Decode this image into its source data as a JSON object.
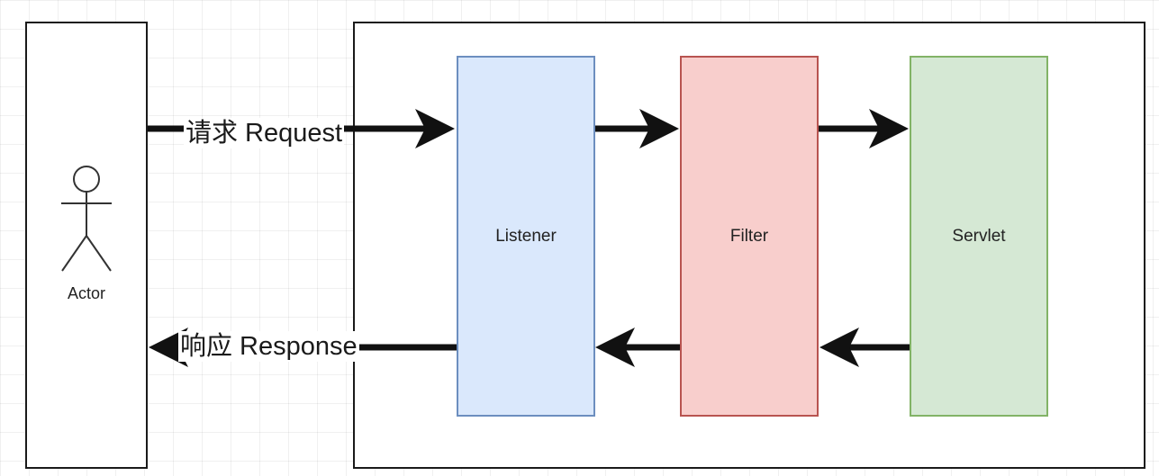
{
  "diagram": {
    "actor": {
      "label": "Actor",
      "icon": "stick-figure-icon"
    },
    "components": [
      {
        "label": "Listener",
        "fill": "#dae8fc",
        "stroke": "#6c8ebf"
      },
      {
        "label": "Filter",
        "fill": "#f8cecc",
        "stroke": "#b85450"
      },
      {
        "label": "Servlet",
        "fill": "#d5e8d4",
        "stroke": "#82b366"
      }
    ],
    "request_label": "请求 Request",
    "response_label": "响应 Response"
  }
}
